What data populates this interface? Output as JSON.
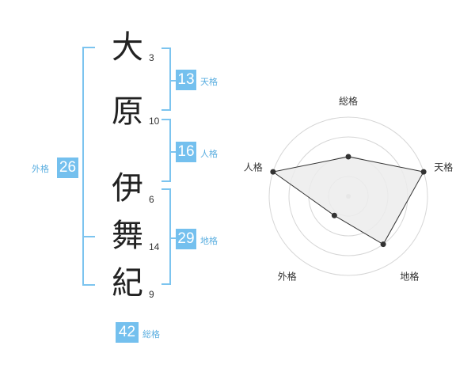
{
  "name": {
    "characters": [
      {
        "char": "大",
        "strokes": "3"
      },
      {
        "char": "原",
        "strokes": "10"
      },
      {
        "char": "伊",
        "strokes": "6"
      },
      {
        "char": "舞",
        "strokes": "14"
      },
      {
        "char": "紀",
        "strokes": "9"
      }
    ]
  },
  "kakusuu": {
    "tenkaku": {
      "value": "13",
      "label": "天格"
    },
    "jinkaku": {
      "value": "16",
      "label": "人格"
    },
    "chikaku": {
      "value": "29",
      "label": "地格"
    },
    "gaikaku": {
      "value": "26",
      "label": "外格"
    },
    "soukaku": {
      "value": "42",
      "label": "総格"
    }
  },
  "radar": {
    "axes": [
      "総格",
      "天格",
      "地格",
      "外格",
      "人格"
    ],
    "levels": 4,
    "values": [
      0.5,
      1.0,
      0.75,
      0.3,
      1.0
    ],
    "colors": {
      "fill": "#ececec",
      "line": "#333333",
      "point": "#333333",
      "grid": "#d6d6d6",
      "center": "#c8c8c8"
    }
  }
}
